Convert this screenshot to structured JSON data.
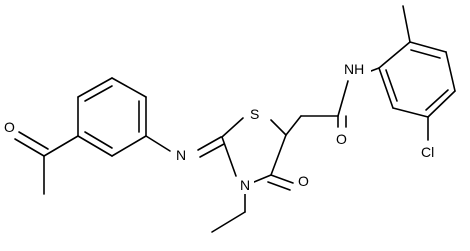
{
  "atoms": {
    "carbonyl_oxygen_acetyl": "O",
    "imine_nitrogen": "N",
    "ring_sulfur": "S",
    "ring_nitrogen": "N",
    "ring_carbonyl_oxygen": "O",
    "amide_oxygen": "O",
    "amide_nitrogen_hydrogen": "NH",
    "chlorine": "Cl"
  },
  "colors": {
    "bond": "#000000",
    "label": "#000000",
    "background": "#ffffff"
  }
}
